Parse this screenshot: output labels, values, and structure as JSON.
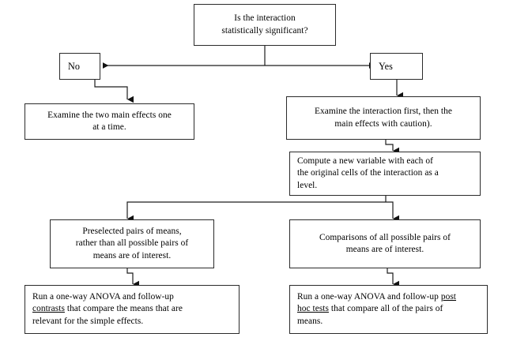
{
  "diagram": {
    "title": "Interaction follow-up decision flowchart",
    "stroke_color": "#2b2b2b",
    "background_color": "#ffffff",
    "text_color": "#000000"
  },
  "nodes": {
    "question": {
      "label": "Is the interaction statistically significant?",
      "line1": "Is the interaction",
      "line2": "statistically significant?"
    },
    "answer_no": {
      "label": "No"
    },
    "answer_yes": {
      "label": "Yes"
    },
    "no_action": {
      "label": "Examine the two main effects one at a time.",
      "line1": "Examine the two main effects one",
      "line2": "at a time."
    },
    "yes_action": {
      "label": "Examine the interaction first, then the main effects with caution).",
      "line1": "Examine the interaction first, then the",
      "line2": "main effects with caution)."
    },
    "compute": {
      "label": "Compute a new variable with each of the original cells of the interaction as a level.",
      "line1": "Compute a new variable with each of",
      "line2": "the original cells of the interaction as a",
      "line3": "level."
    },
    "preselected": {
      "label": "Preselected pairs of means, rather than all possible pairs of means are of interest.",
      "line1": "Preselected pairs of means,",
      "line2": "rather than all possible pairs of",
      "line3": "means are of interest."
    },
    "comparisons": {
      "label": "Comparisons of all possible pairs of means are of interest.",
      "line1": "Comparisons of all possible pairs of",
      "line2": "means are of interest."
    },
    "contrasts_action": {
      "label": "Run a one-way ANOVA and follow-up contrasts that compare the means that are relevant for the simple effects.",
      "line1": "Run a one-way ANOVA and follow-up",
      "line2_underlined": "contrasts",
      "line2_rest": " that compare the means that are",
      "line3": "relevant for the simple effects."
    },
    "posthoc_action": {
      "label": "Run a one-way ANOVA and follow-up post hoc tests that compare all of the pairs of means.",
      "line1_rest": "Run a one-way ANOVA and follow-up ",
      "line1_underlined": "post",
      "line2_underlined": "hoc tests",
      "line2_rest": " that compare all of the pairs of",
      "line3": "means."
    }
  },
  "edges": [
    {
      "name": "question-to-no",
      "from": "question",
      "to": "answer_no",
      "arrow": "left"
    },
    {
      "name": "question-to-yes",
      "from": "question",
      "to": "answer_yes",
      "arrow": "right"
    },
    {
      "name": "no-to-no-action",
      "from": "answer_no",
      "to": "no_action",
      "arrow": "down"
    },
    {
      "name": "yes-to-yes-action",
      "from": "answer_yes",
      "to": "yes_action",
      "arrow": "down"
    },
    {
      "name": "yes-action-to-compute",
      "from": "yes_action",
      "to": "compute",
      "arrow": "down"
    },
    {
      "name": "compute-to-preselected",
      "from": "compute",
      "to": "preselected",
      "arrow": "down"
    },
    {
      "name": "compute-to-comparisons",
      "from": "compute",
      "to": "comparisons",
      "arrow": "down"
    },
    {
      "name": "preselected-to-contrasts",
      "from": "preselected",
      "to": "contrasts_action",
      "arrow": "down"
    },
    {
      "name": "comparisons-to-posthoc",
      "from": "comparisons",
      "to": "posthoc_action",
      "arrow": "down"
    }
  ]
}
